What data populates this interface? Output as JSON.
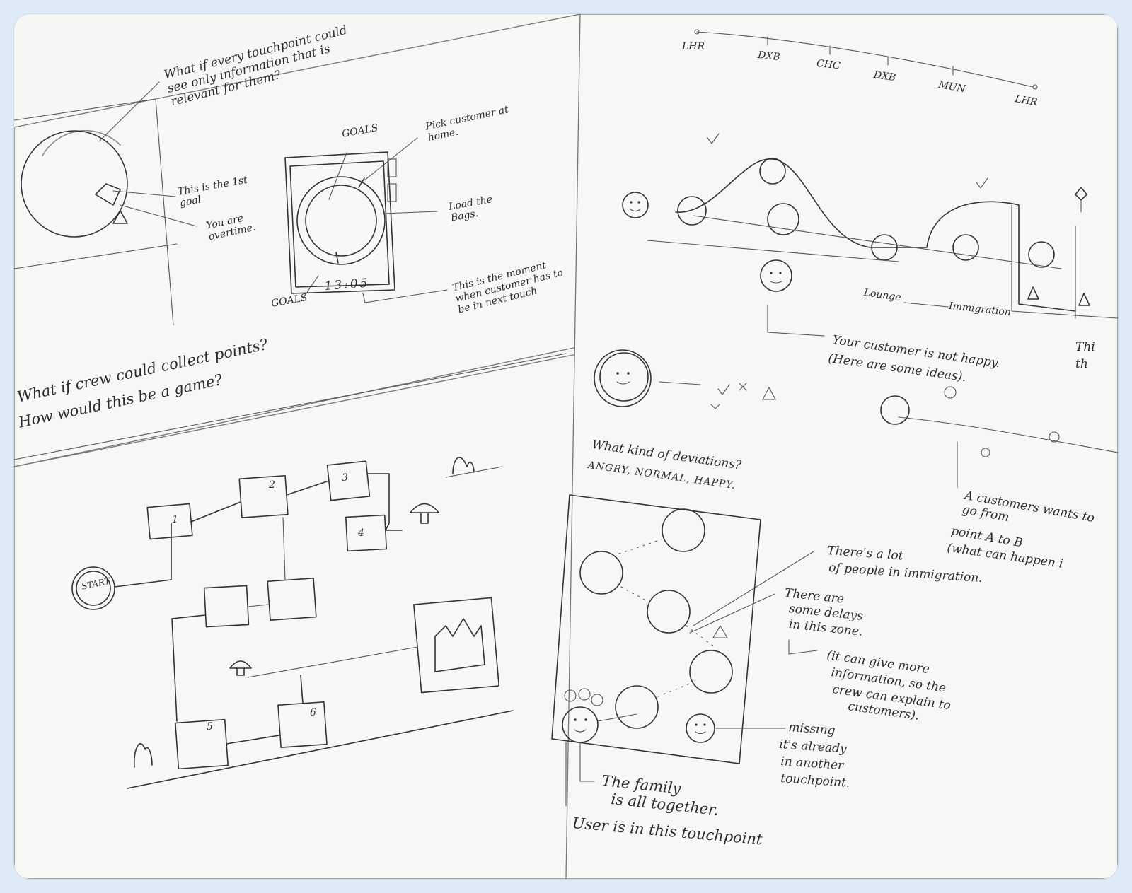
{
  "route": {
    "stops": [
      "LHR",
      "DXB",
      "CHC",
      "DXB",
      "MUN",
      "LHR"
    ]
  },
  "sketch1": {
    "question": "What if every touchpoint could see only information that is relevant for them?",
    "first_goal": "This is the 1st goal",
    "overtime": "You are overtime.",
    "goals_top": "GOALS",
    "goals_bottom": "GOALS",
    "pick_customer": "Pick customer at home.",
    "load_bags": "Load the Bags.",
    "clock": "13:05",
    "moment_note": "This is the moment when customer has to be in next touch",
    "game_q1": "What if crew could collect points?",
    "game_q2": "How would this be a game?"
  },
  "game_board": {
    "start": "START",
    "box1": "1",
    "box2": "2",
    "box3": "3",
    "box4": "4",
    "box5": "5",
    "box6": "6"
  },
  "journey": {
    "lounge": "Lounge",
    "immigration": "Immigration",
    "not_happy_1": "Your customer is not happy.",
    "not_happy_2": "(Here are some ideas).",
    "cut_text_1": "Thi",
    "cut_text_2": "th",
    "deviations_q": "What kind of deviations?",
    "deviations_a": "ANGRY, NORMAL, HAPPY.",
    "customer_1": "A customers wants to go from",
    "customer_2": "point A to B",
    "customer_3": "(what can happen i"
  },
  "touchpoint": {
    "crowd_1": "There's a lot",
    "crowd_2": "of people in immigration.",
    "delays_1": "There are",
    "delays_2": "some delays",
    "delays_3": "in this zone.",
    "info_1": "(it can give more",
    "info_2": "information, so the",
    "info_3": "crew can explain to",
    "info_4": "customers).",
    "missing_1": "missing",
    "missing_2": "it's already",
    "missing_3": "in another",
    "missing_4": "touchpoint.",
    "family_1": "The family",
    "family_2": "is all together.",
    "user": "User is in this touchpoint"
  }
}
